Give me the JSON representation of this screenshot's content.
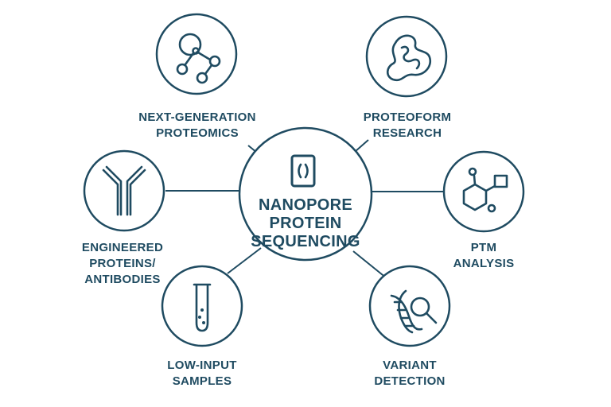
{
  "colors": {
    "ink": "#1f4b61",
    "background": "#ffffff"
  },
  "center": {
    "icon": "nanopore-chip-icon",
    "lines": [
      "NANOPORE",
      "PROTEIN",
      "SEQUENCING"
    ]
  },
  "nodes": [
    {
      "id": "next-gen-proteomics",
      "icon": "molecule-network-icon",
      "label": [
        "NEXT-GENERATION",
        "PROTEOMICS"
      ]
    },
    {
      "id": "proteoform-research",
      "icon": "protein-fold-icon",
      "label": [
        "PROTEOFORM",
        "RESEARCH"
      ]
    },
    {
      "id": "engineered-proteins",
      "icon": "antibody-icon",
      "label": [
        "ENGINEERED",
        "PROTEINS/",
        "ANTIBODIES"
      ]
    },
    {
      "id": "ptm-analysis",
      "icon": "chemical-structure-icon",
      "label": [
        "PTM",
        "ANALYSIS"
      ]
    },
    {
      "id": "low-input-samples",
      "icon": "test-tube-icon",
      "label": [
        "LOW-INPUT",
        "SAMPLES"
      ]
    },
    {
      "id": "variant-detection",
      "icon": "dna-magnifier-icon",
      "label": [
        "VARIANT",
        "DETECTION"
      ]
    }
  ]
}
